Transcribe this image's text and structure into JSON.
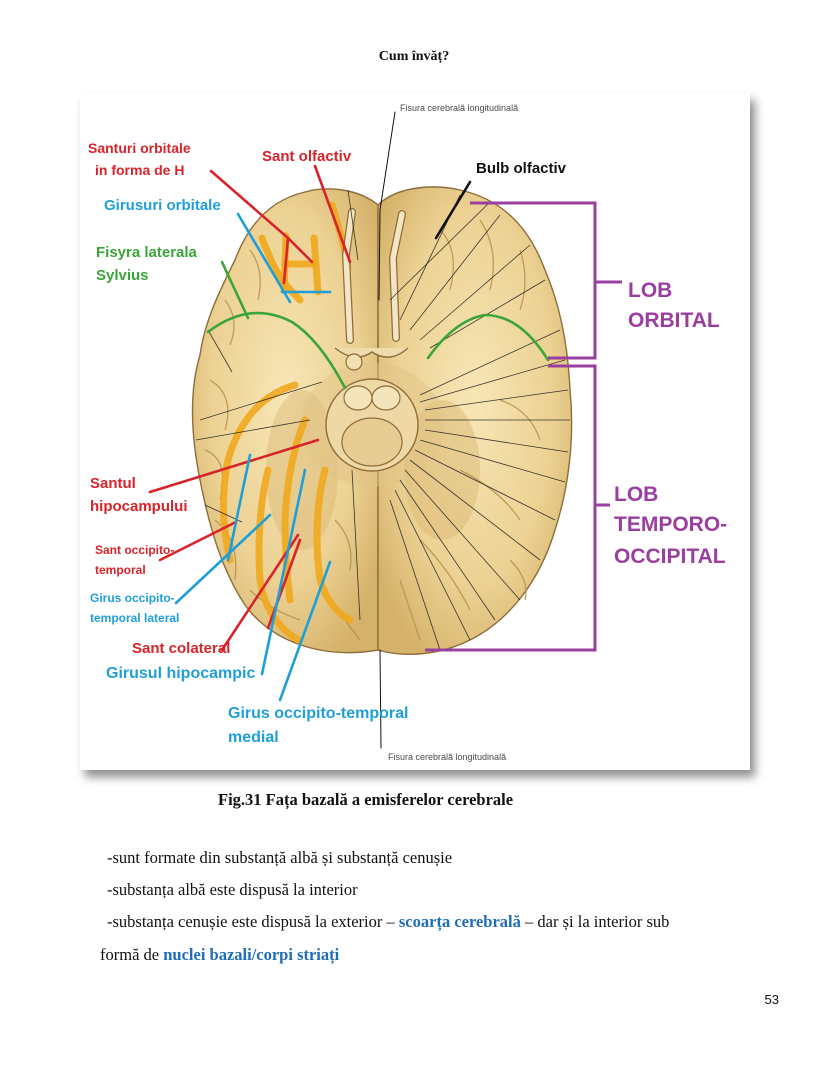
{
  "header": "Cum învăț?",
  "figure": {
    "fissure_top_label": "Fisura cerebrală longitudinală",
    "fissure_bottom_label": "Fisura cerebrală longitudinală",
    "labels": {
      "santuri_orbitale": [
        "Santuri orbitale",
        "in forma de H"
      ],
      "sant_olfactiv": "Sant olfactiv",
      "bulb_olfactiv": "Bulb olfactiv",
      "girusuri_orbitale": "Girusuri orbitale",
      "fisura_laterala": [
        "Fisyra laterala",
        "Sylvius"
      ],
      "lob_orbital": [
        "LOB",
        "ORBITAL"
      ],
      "lob_temporo_occipital": [
        "LOB",
        "TEMPORO-",
        "OCCIPITAL"
      ],
      "santul_hipocampului": [
        "Santul",
        "hipocampului"
      ],
      "sant_occipito_temporal": [
        "Sant occipito-",
        "temporal"
      ],
      "girus_occipito_temporal_lateral": [
        "Girus occipito-",
        "temporal lateral"
      ],
      "sant_colateral": "Sant colateral",
      "girusul_hipocampic": "Girusul hipocampic",
      "girus_occipito_temporal_medial": [
        "Girus occipito-temporal",
        "medial"
      ]
    },
    "colors": {
      "sulcus_red": "#d8232a",
      "gyrus_blue": "#1f9fd9",
      "fissure_green": "#3ba53a",
      "lobe_purple": "#9a3fa0",
      "highlight_orange": "#f0a81e",
      "brain_tan": "#ecd49a"
    },
    "caption": "Fig.31 Fața bazală a emisferelor cerebrale"
  },
  "body": {
    "line1": "-sunt formate din substanță albă și substanță cenușie",
    "line2": "-substanța albă este dispusă la interior",
    "line3": {
      "before": "-substanța cenușie este dispusă la exterior – ",
      "highlight": "scoarța cerebrală",
      "after": " – dar și la interior sub"
    },
    "line4": {
      "before": "formă de ",
      "highlight": "nuclei bazali/corpi striați"
    },
    "highlight_color": "#1f6db5"
  },
  "page_number": "53"
}
